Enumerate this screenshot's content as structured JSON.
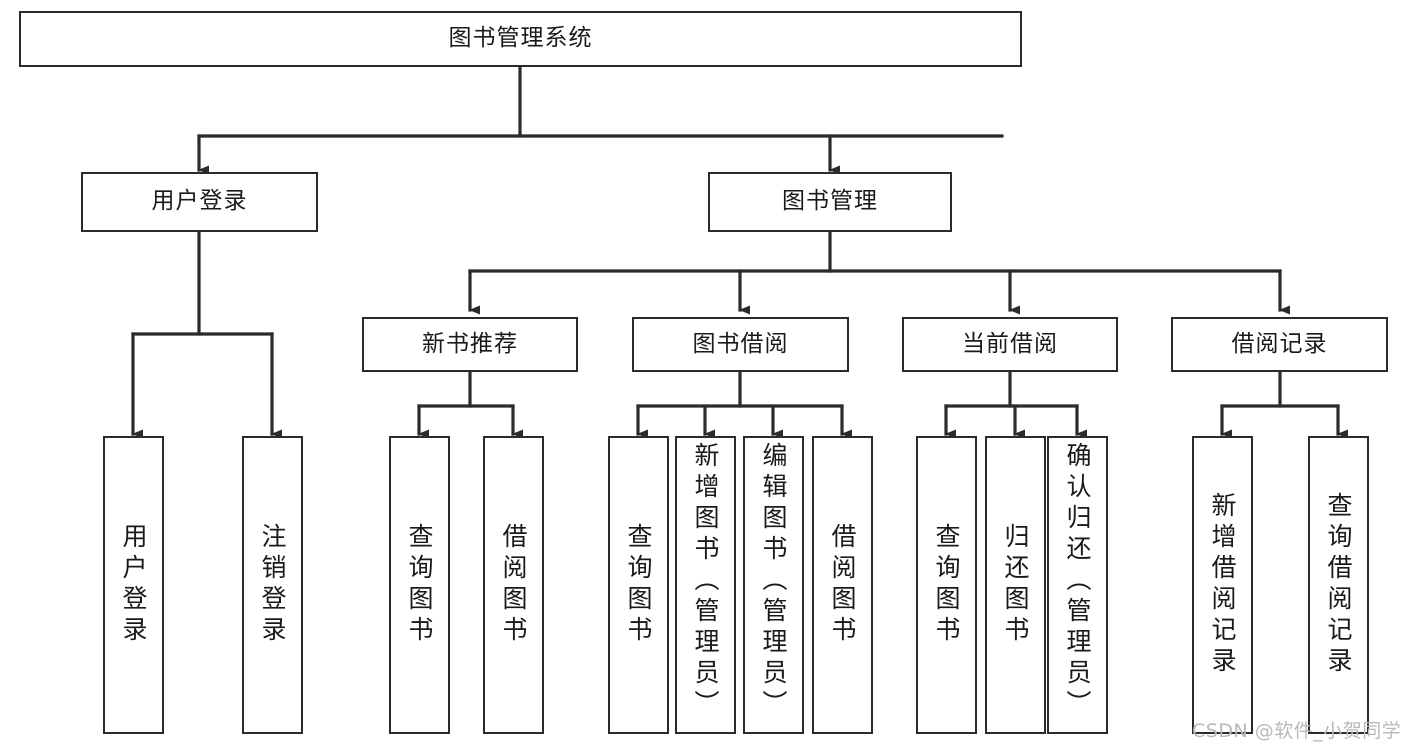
{
  "diagram": {
    "title_node": {
      "label": "图书管理系统"
    },
    "level2": [
      {
        "label": "用户登录"
      },
      {
        "label": "图书管理"
      }
    ],
    "level3": [
      {
        "label": "新书推荐"
      },
      {
        "label": "图书借阅"
      },
      {
        "label": "当前借阅"
      },
      {
        "label": "借阅记录"
      }
    ],
    "leaves": {
      "user_login": [
        {
          "label": "用户登录"
        },
        {
          "label": "注销登录"
        }
      ],
      "new_book_recommend": [
        {
          "label": "查询图书"
        },
        {
          "label": "借阅图书"
        }
      ],
      "book_borrow": [
        {
          "label": "查询图书"
        },
        {
          "label": "新增图书（管理员）"
        },
        {
          "label": "编辑图书（管理员）"
        },
        {
          "label": "借阅图书"
        }
      ],
      "current_borrow": [
        {
          "label": "查询图书"
        },
        {
          "label": "归还图书"
        },
        {
          "label": "确认归还（管理员）"
        }
      ],
      "borrow_record": [
        {
          "label": "新增借阅记录"
        },
        {
          "label": "查询借阅记录"
        }
      ]
    }
  },
  "watermark": {
    "text": "CSDN @软件_小贺同学"
  },
  "colors": {
    "stroke": "#2b2b2b",
    "background": "#ffffff",
    "text": "#1a1a1a",
    "watermark": "#b9b9b9"
  }
}
